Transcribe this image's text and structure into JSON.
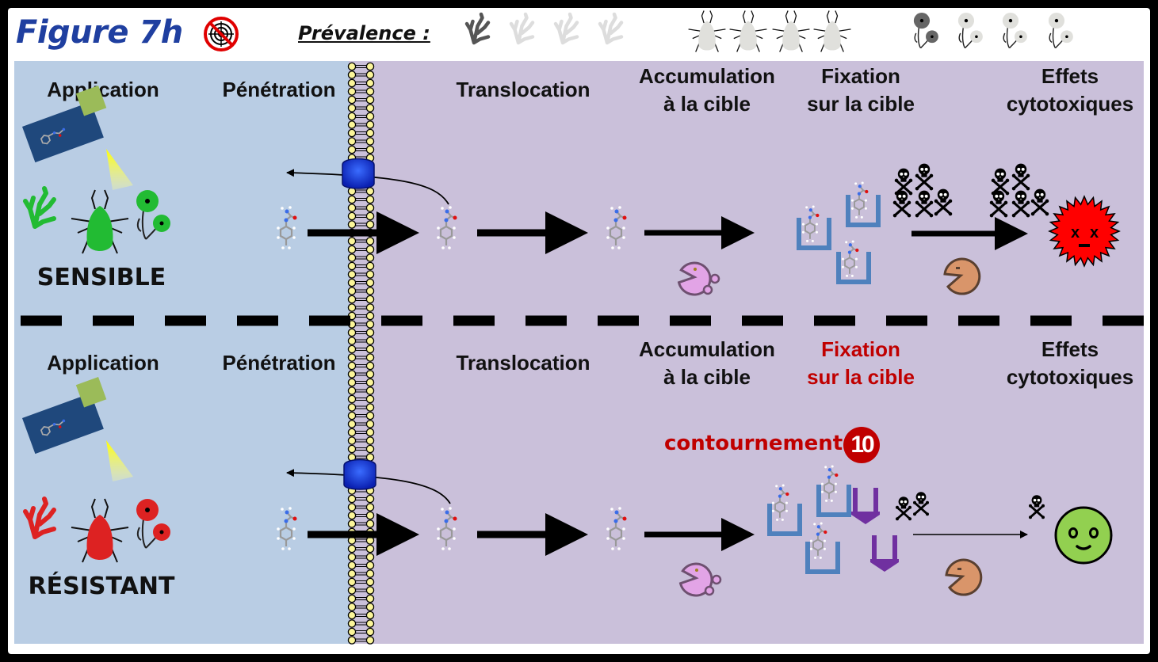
{
  "header": {
    "title": "Figure 7h",
    "no_target_icon": "no-target-icon",
    "prevalence_label": "Prévalence :",
    "prevalence_icons": {
      "weeds": {
        "icon": "weed-icon",
        "count": 4,
        "highlighted": 1
      },
      "aphids": {
        "icon": "aphid-icon",
        "count": 4,
        "highlighted": 0
      },
      "poppies": {
        "icon": "poppy-icon",
        "count": 4,
        "highlighted": 1
      }
    }
  },
  "colors": {
    "extracellular": "#b9cde4",
    "intracellular": "#cac0da",
    "sensible_organism": "#22bb33",
    "resistant_organism": "#dd2222",
    "target_site": "#4f81bd",
    "modified_target": "#7030a0",
    "alert_red": "#c00000",
    "transporter": "#1a3fe0",
    "membrane_head": "#fbf59a",
    "metabolizer_pink": "#e2a4e6",
    "metabolizer_orange": "#d9956a",
    "dead_cell": "#ff0000",
    "alive_cell": "#92d050"
  },
  "rows": [
    {
      "id": "sensible",
      "population_label": "SENSIBLE",
      "organism_color_key": "sensible_organism",
      "stages": [
        {
          "label": [
            "Application"
          ],
          "highlight": false
        },
        {
          "label": [
            "Pénétration"
          ],
          "highlight": false
        },
        {
          "label": [
            "Translocation"
          ],
          "highlight": false
        },
        {
          "label": [
            "Accumulation",
            "à la cible"
          ],
          "highlight": false
        },
        {
          "label": [
            "Fixation",
            "sur la cible"
          ],
          "highlight": false
        },
        {
          "label": [
            "Effets",
            "cytotoxiques"
          ],
          "highlight": false
        }
      ],
      "toxicity_skulls_before": 5,
      "toxicity_skulls_after": 5,
      "outcome": "dead-cell"
    },
    {
      "id": "resistant",
      "population_label": "RÉSISTANT",
      "organism_color_key": "resistant_organism",
      "stages": [
        {
          "label": [
            "Application"
          ],
          "highlight": false
        },
        {
          "label": [
            "Pénétration"
          ],
          "highlight": false
        },
        {
          "label": [
            "Translocation"
          ],
          "highlight": false
        },
        {
          "label": [
            "Accumulation",
            "à la cible"
          ],
          "highlight": false
        },
        {
          "label": [
            "Fixation",
            "sur la cible"
          ],
          "highlight": true
        },
        {
          "label": [
            "Effets",
            "cytotoxiques"
          ],
          "highlight": false
        }
      ],
      "mechanism_label": "contournement",
      "mechanism_number": "10",
      "toxicity_skulls_before": 2,
      "toxicity_skulls_after": 1,
      "outcome": "alive-cell"
    }
  ]
}
